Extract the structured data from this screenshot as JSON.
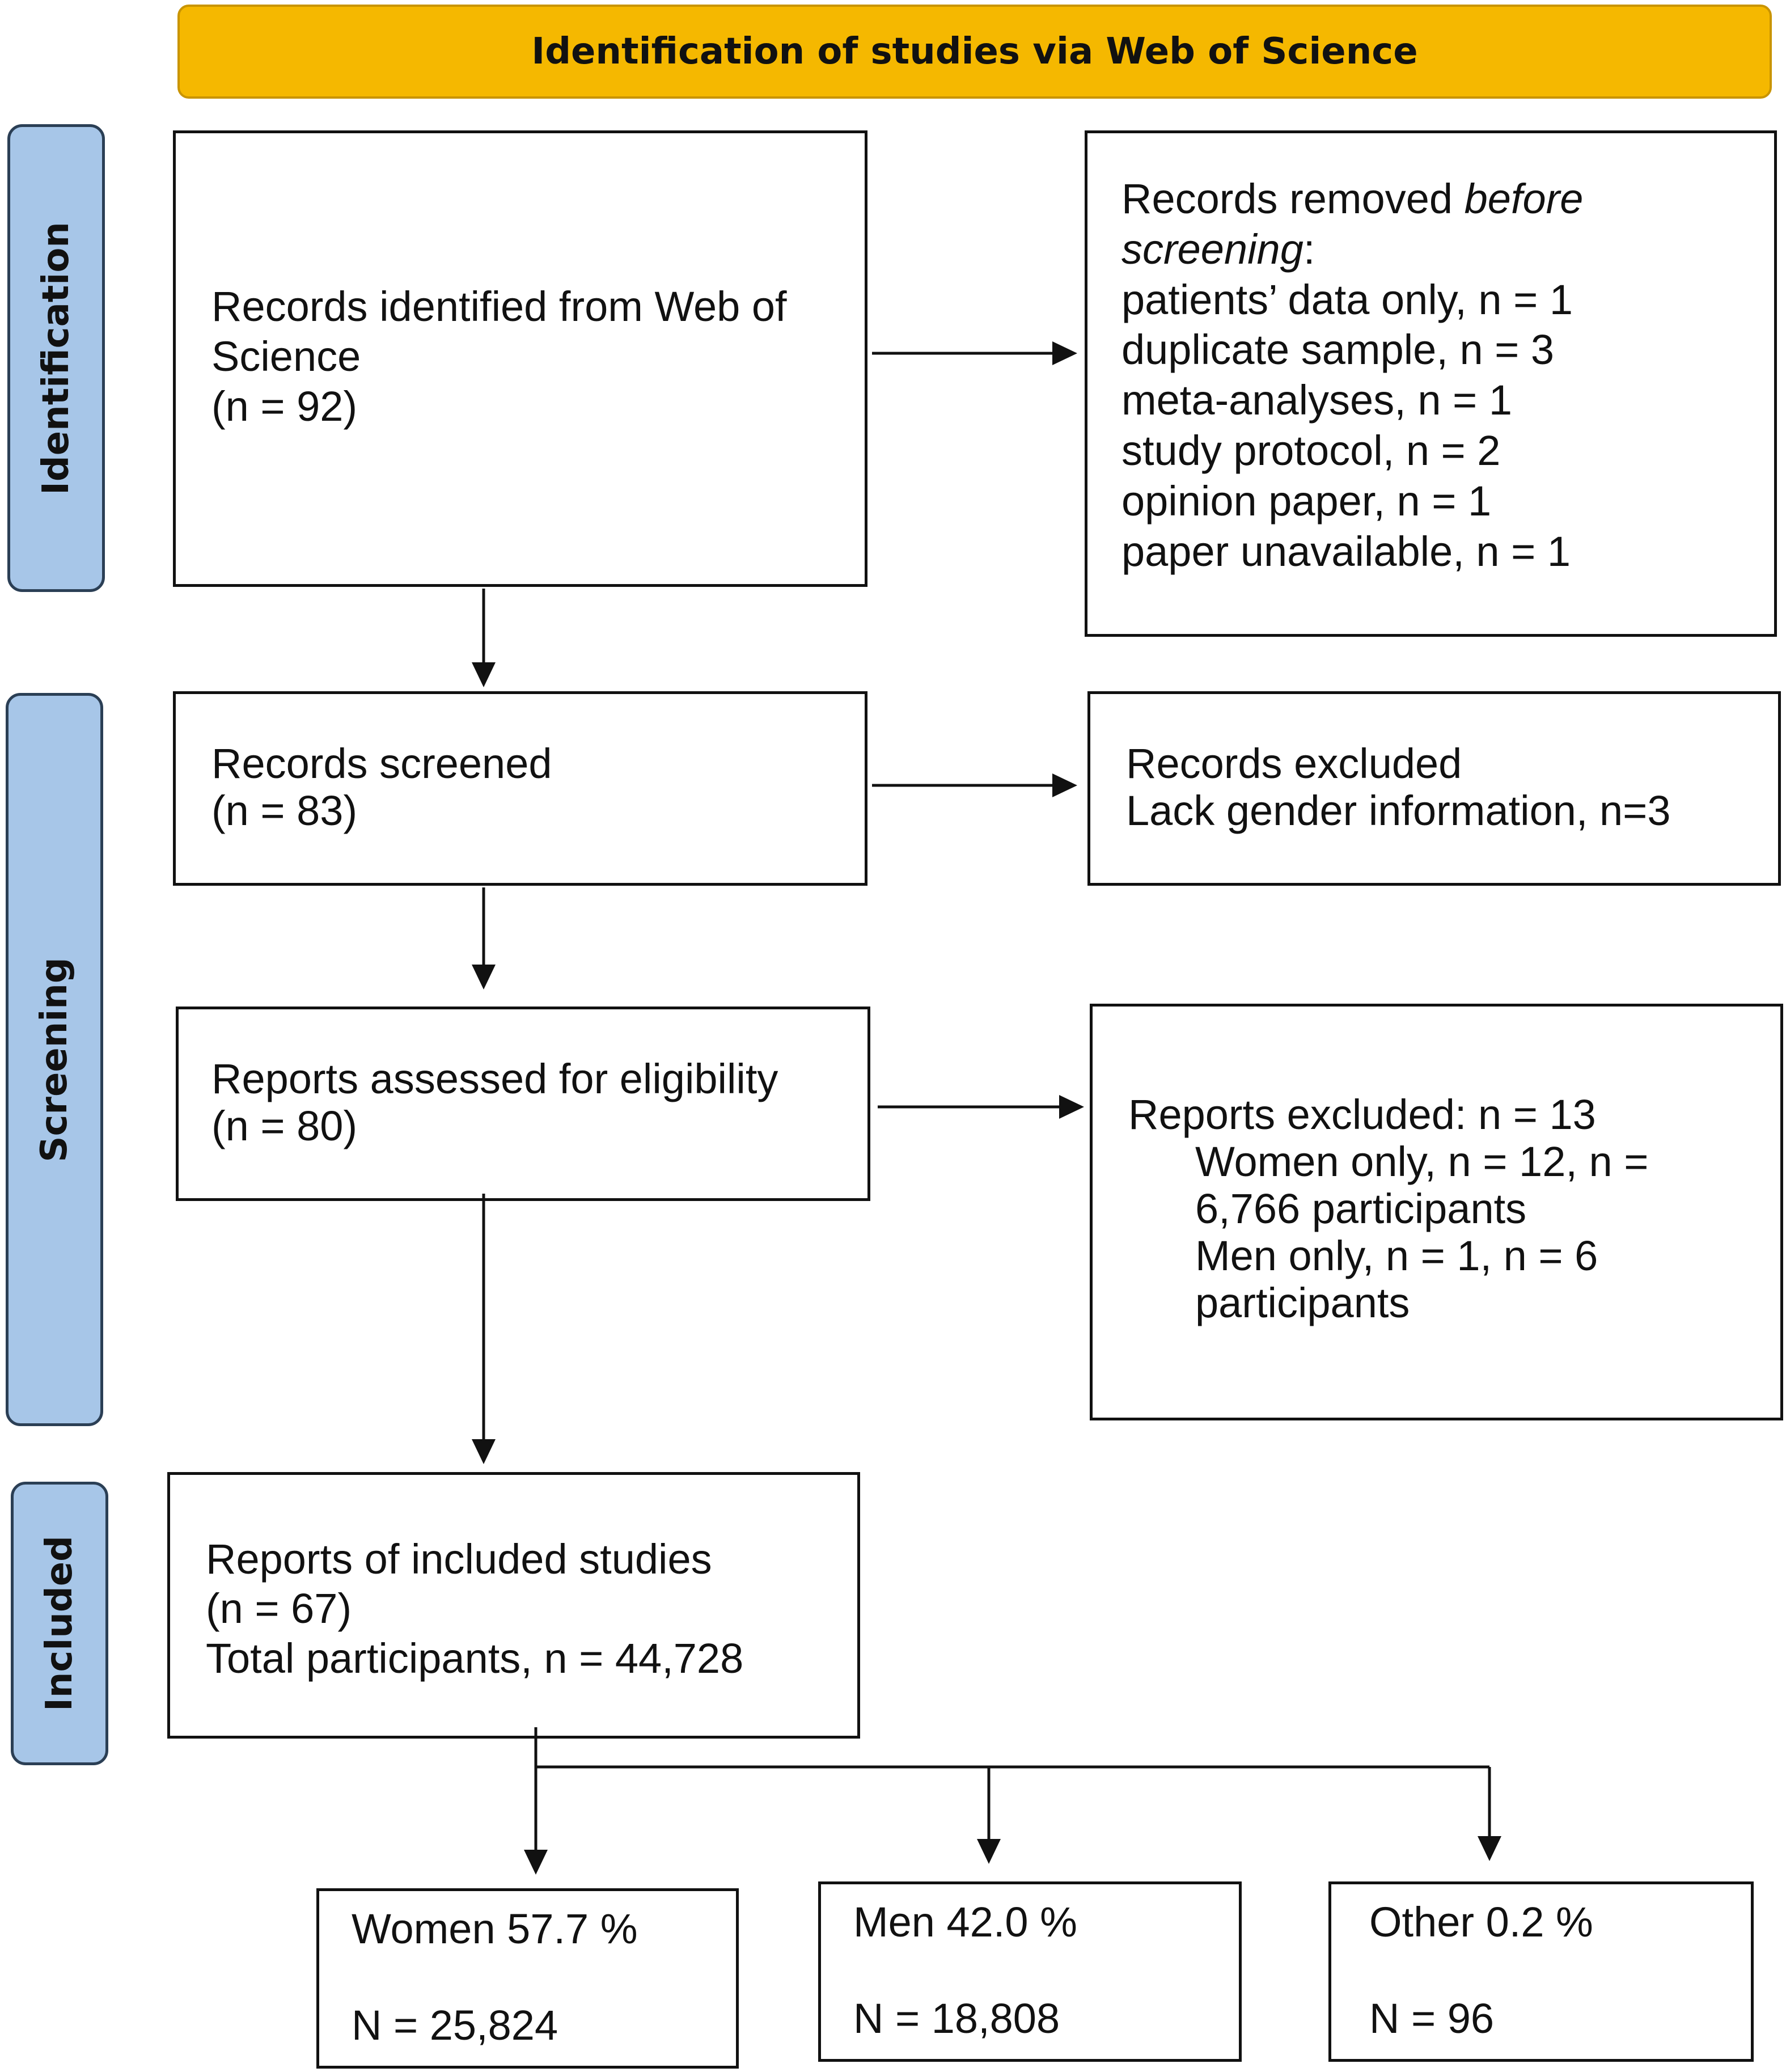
{
  "banner": {
    "title": "Identification of studies via Web of Science"
  },
  "stages": {
    "identification": "Identification",
    "screening": "Screening",
    "included": "Included"
  },
  "identified": {
    "line1": "Records identified from Web of",
    "line2": "Science",
    "line3": "(n = 92)"
  },
  "removed": {
    "title_a": "Records removed ",
    "title_b": "before",
    "title_c": "screening",
    "title_d": ":",
    "items": [
      "patients’ data only, n = 1",
      "duplicate sample, n = 3",
      "meta-analyses, n = 1",
      "study protocol, n = 2",
      "opinion paper, n = 1",
      "paper unavailable, n = 1"
    ]
  },
  "screened": {
    "line1": "Records screened",
    "line2": "(n = 83)"
  },
  "excluded": {
    "line1": "Records excluded",
    "line2": "Lack gender information, n=3"
  },
  "assessed": {
    "line1": "Reports assessed for eligibility",
    "line2": "(n = 80)"
  },
  "reports_excluded": {
    "line1": "Reports excluded: n = 13",
    "line2": "Women only, n = 12, n =",
    "line3": "6,766 participants",
    "line4": "Men only, n = 1, n = 6",
    "line5": "participants"
  },
  "included": {
    "line1": "Reports of included studies",
    "line2": "(n = 67)",
    "line3": "Total participants, n = 44,728"
  },
  "women": {
    "label": "Women 57.7 %",
    "count": "N = 25,824"
  },
  "men": {
    "label": "Men 42.0 %",
    "count": "N = 18,808"
  },
  "other": {
    "label": "Other 0.2 %",
    "count": "N = 96"
  }
}
